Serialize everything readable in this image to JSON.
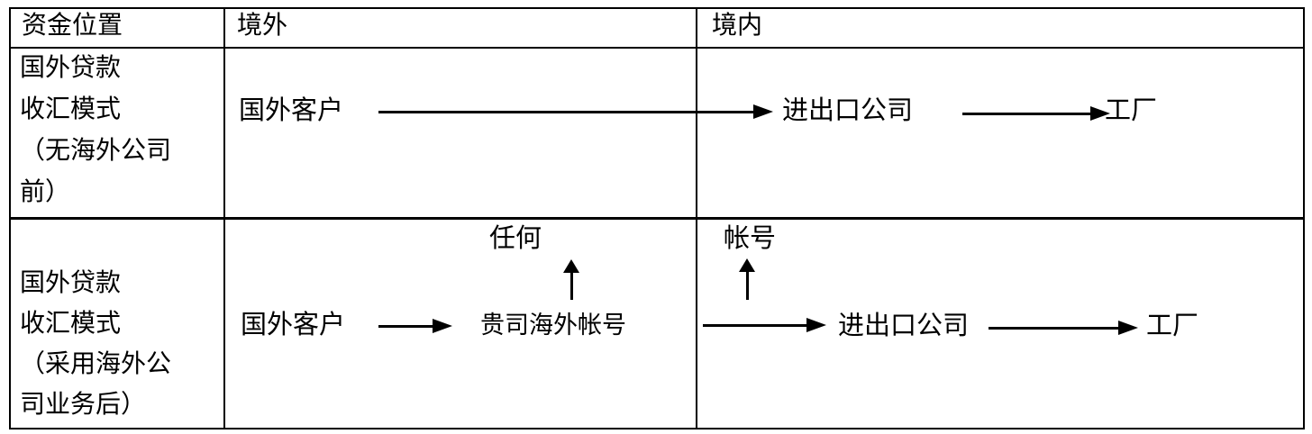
{
  "table": {
    "header": {
      "fund_position": "资金位置",
      "overseas": "境外",
      "domestic": "境内"
    },
    "rows": [
      {
        "label_lines": [
          "国外贷款",
          "收汇模式",
          "（无海外公司",
          "前）"
        ],
        "foreign_customer": "国外客户",
        "import_export_company": "进出口公司",
        "factory": "工厂"
      },
      {
        "label_lines": [
          "国外贷款",
          "收汇模式",
          "（采用海外公",
          "司业务后）"
        ],
        "any_label": "任何",
        "foreign_customer": "国外客户",
        "overseas_account": "贵司海外帐号",
        "account_label": "帐号",
        "import_export_company": "进出口公司",
        "factory": "工厂"
      }
    ]
  },
  "colors": {
    "background": "#ffffff",
    "border": "#000000",
    "text": "#000000"
  }
}
